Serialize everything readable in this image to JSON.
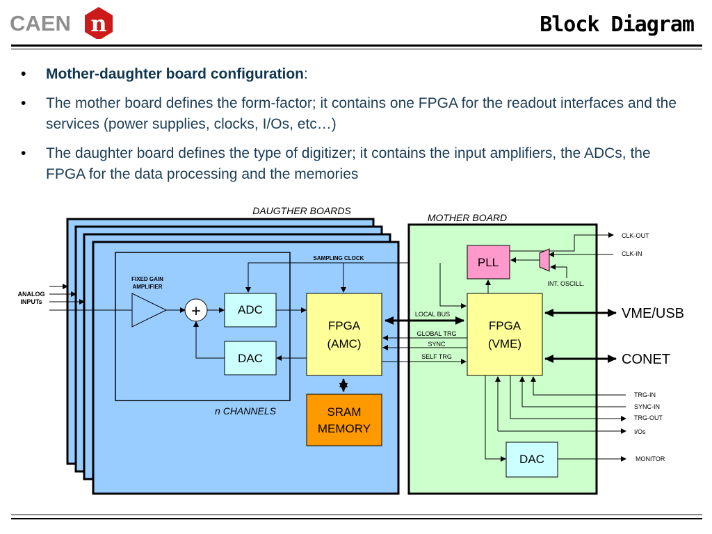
{
  "header": {
    "brand": "CAEN",
    "brand_mark": "n",
    "title": "Block Diagram"
  },
  "bullets": [
    {
      "text": "Mother-daughter board configuration",
      "suffix": ":"
    },
    {
      "text": "The mother board defines the form-factor; it contains one FPGA for the readout interfaces and the services (power supplies, clocks, I/Os, etc…)"
    },
    {
      "text": "The daughter board defines the type of digitizer; it contains the input amplifiers, the ADCs, the FPGA for the data processing and the memories"
    }
  ],
  "diagram": {
    "daughter_boards_label": "DAUGTHER BOARDS",
    "mother_board_label": "MOTHER BOARD",
    "analog_inputs": [
      "ANALOG",
      "INPUTs"
    ],
    "fixed_gain": [
      "FIXED GAIN",
      "AMPLIFIER"
    ],
    "sum_symbol": "+",
    "sampling_clock": "SAMPLING CLOCK",
    "adc": "ADC",
    "dac_daughter": "DAC",
    "fpga_amc": [
      "FPGA",
      "(AMC)"
    ],
    "sram": [
      "SRAM",
      "MEMORY"
    ],
    "n_channels": "n CHANNELS",
    "pll": "PLL",
    "fpga_vme": [
      "FPGA",
      "(VME)"
    ],
    "dac_mother": "DAC",
    "int_oscill": "INT. OSCILL.",
    "clk_out": "CLK-OUT",
    "clk_in": "CLK-IN",
    "vme_usb": "VME/USB",
    "conet": "CONET",
    "local_bus": "LOCAL BUS",
    "global_trg": "GLOBAL TRG",
    "sync": "SYNC",
    "self_trg": "SELF TRG",
    "trg_in": "TRG-IN",
    "sync_in": "SYNC-IN",
    "trg_out": "TRG-OUT",
    "ios": "I/Os",
    "monitor": "MONITOR"
  },
  "colors": {
    "daughter_fill": "#99ccff",
    "mother_fill": "#ccffcc",
    "fpga_fill": "#ffff99",
    "adc_fill": "#ccffff",
    "pll_fill": "#ff99cc",
    "sram_fill": "#ff9900",
    "amp_fill": "#99ccff",
    "brand_red": "#cc1a1a"
  }
}
